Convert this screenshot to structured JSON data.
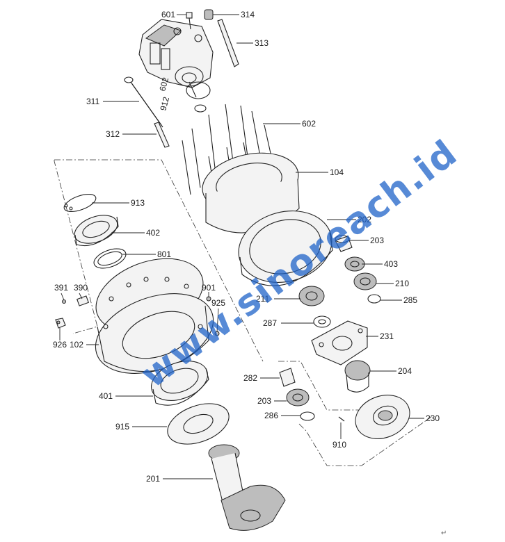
{
  "diagram": {
    "labels": [
      {
        "id": "601",
        "text": "601"
      },
      {
        "id": "314",
        "text": "314"
      },
      {
        "id": "313",
        "text": "313"
      },
      {
        "id": "311",
        "text": "311"
      },
      {
        "id": "312",
        "text": "312"
      },
      {
        "id": "602",
        "text": "602"
      },
      {
        "id": "104",
        "text": "104"
      },
      {
        "id": "913",
        "text": "913"
      },
      {
        "id": "202",
        "text": "202"
      },
      {
        "id": "402",
        "text": "402"
      },
      {
        "id": "203a",
        "text": "203"
      },
      {
        "id": "801",
        "text": "801"
      },
      {
        "id": "403",
        "text": "403"
      },
      {
        "id": "391",
        "text": "391"
      },
      {
        "id": "390",
        "text": "390"
      },
      {
        "id": "901",
        "text": "901"
      },
      {
        "id": "925",
        "text": "925"
      },
      {
        "id": "210",
        "text": "210"
      },
      {
        "id": "211",
        "text": "211"
      },
      {
        "id": "285",
        "text": "285"
      },
      {
        "id": "287",
        "text": "287"
      },
      {
        "id": "926",
        "text": "926"
      },
      {
        "id": "102",
        "text": "102"
      },
      {
        "id": "231",
        "text": "231"
      },
      {
        "id": "282",
        "text": "282"
      },
      {
        "id": "204",
        "text": "204"
      },
      {
        "id": "401",
        "text": "401"
      },
      {
        "id": "203b",
        "text": "203"
      },
      {
        "id": "286",
        "text": "286"
      },
      {
        "id": "230",
        "text": "230"
      },
      {
        "id": "915",
        "text": "915"
      },
      {
        "id": "910",
        "text": "910"
      },
      {
        "id": "201",
        "text": "201"
      }
    ],
    "motor_small_labels": [
      "602",
      "912"
    ],
    "watermark": "www.sinoreach.id",
    "corner_mark": "↵"
  }
}
